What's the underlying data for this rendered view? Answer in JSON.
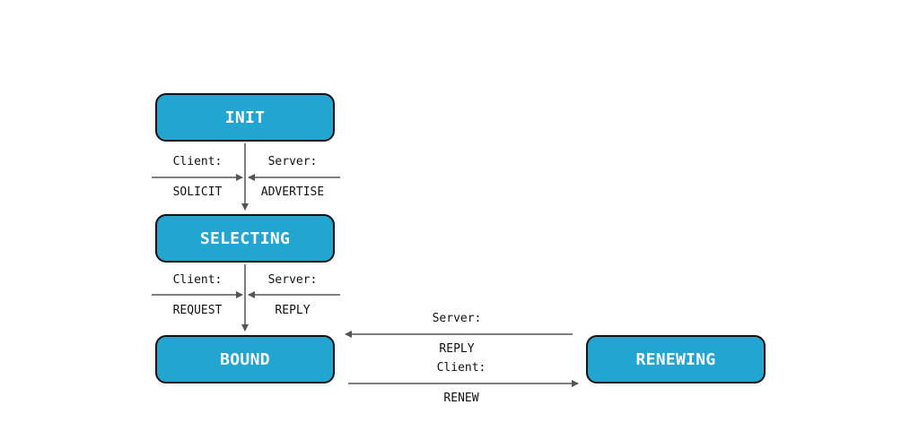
{
  "states": {
    "init": "INIT",
    "selecting": "SELECTING",
    "bound": "BOUND",
    "renewing": "RENEWING"
  },
  "transitions": {
    "init_to_selecting": {
      "client_label": "Client:",
      "client_message": "SOLICIT",
      "server_label": "Server:",
      "server_message": "ADVERTISE"
    },
    "selecting_to_bound": {
      "client_label": "Client:",
      "client_message": "REQUEST",
      "server_label": "Server:",
      "server_message": "REPLY"
    },
    "renewing_to_bound": {
      "server_label": "Server:",
      "server_message": "REPLY"
    },
    "bound_to_renewing": {
      "client_label": "Client:",
      "client_message": "RENEW"
    }
  },
  "colors": {
    "state_fill": "#23a5d1",
    "state_border": "#111111",
    "arrow": "#555555"
  }
}
